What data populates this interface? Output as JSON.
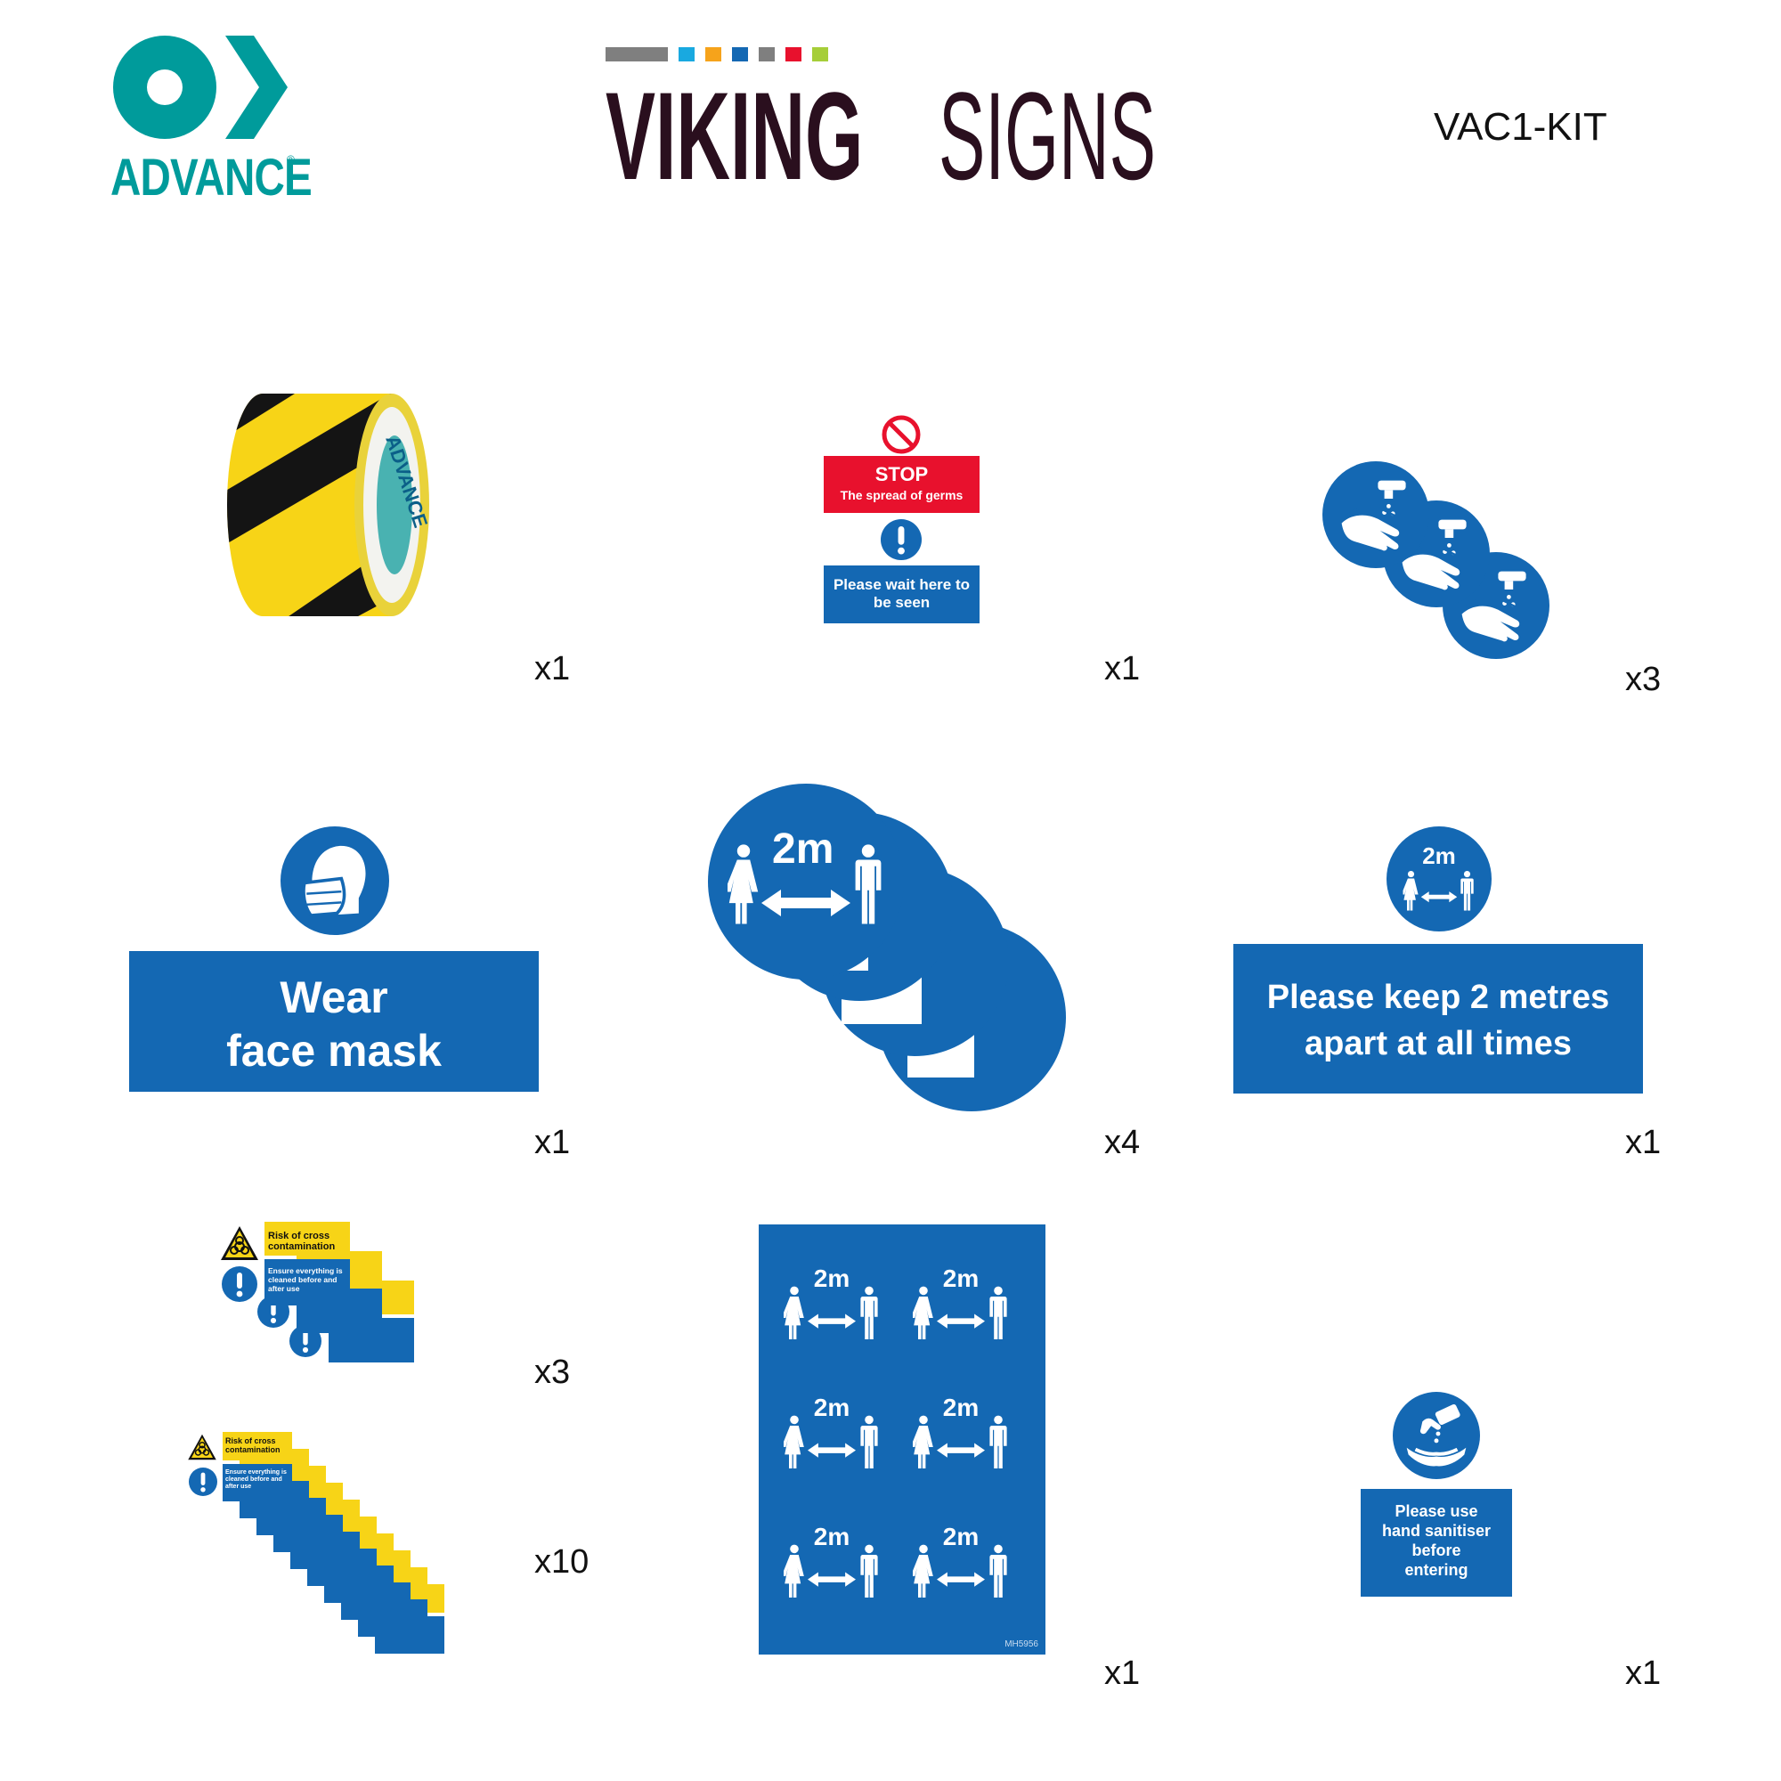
{
  "brand": {
    "advance_name": "ADVANCE",
    "advance_color": "#009b9b",
    "viking_word1": "VIKING",
    "viking_word2": "SIGNS",
    "viking_color": "#2a0f1e",
    "swatches": [
      "#7f7f7f",
      "#19a9e0",
      "#f6a31b",
      "#1468b3",
      "#7f7f7f",
      "#e8112d",
      "#a6ce39"
    ]
  },
  "product_code": "VAC1-KIT",
  "colors": {
    "safety_blue": "#1468b3",
    "stop_red": "#e8112d",
    "tape_yellow": "#f7d417"
  },
  "items": {
    "tape": {
      "brand_text": "ADVANCE",
      "quantity": "x1"
    },
    "stop_sign": {
      "title": "STOP",
      "subtitle": "The spread of germs",
      "message": "Please wait here to be seen",
      "quantity": "x1"
    },
    "hand_wash": {
      "icon": "hand-wash-icon",
      "quantity": "x3"
    },
    "face_mask": {
      "line1": "Wear",
      "line2": "face mask",
      "icon": "face-mask-icon",
      "quantity": "x1"
    },
    "distance_floor": {
      "label": "2m",
      "icon": "social-distance-icon",
      "quantity": "x4"
    },
    "keep_distance": {
      "label": "2m",
      "line1": "Please keep 2 metres",
      "line2": "apart at all times",
      "quantity": "x1"
    },
    "cross_contamination_small": {
      "header": "Risk of cross contamination",
      "body": "Ensure everything is cleaned before and after use",
      "quantity": "x3"
    },
    "cross_contamination_large": {
      "header": "Risk of cross contamination",
      "body": "Ensure everything is cleaned before and after use",
      "quantity": "x10"
    },
    "distance_sheet": {
      "label": "2m",
      "code": "MH5956",
      "quantity": "x1"
    },
    "sanitiser": {
      "line1": "Please use",
      "line2": "hand sanitiser",
      "line3": "before",
      "line4": "entering",
      "icon": "hand-sanitiser-icon",
      "quantity": "x1"
    }
  }
}
